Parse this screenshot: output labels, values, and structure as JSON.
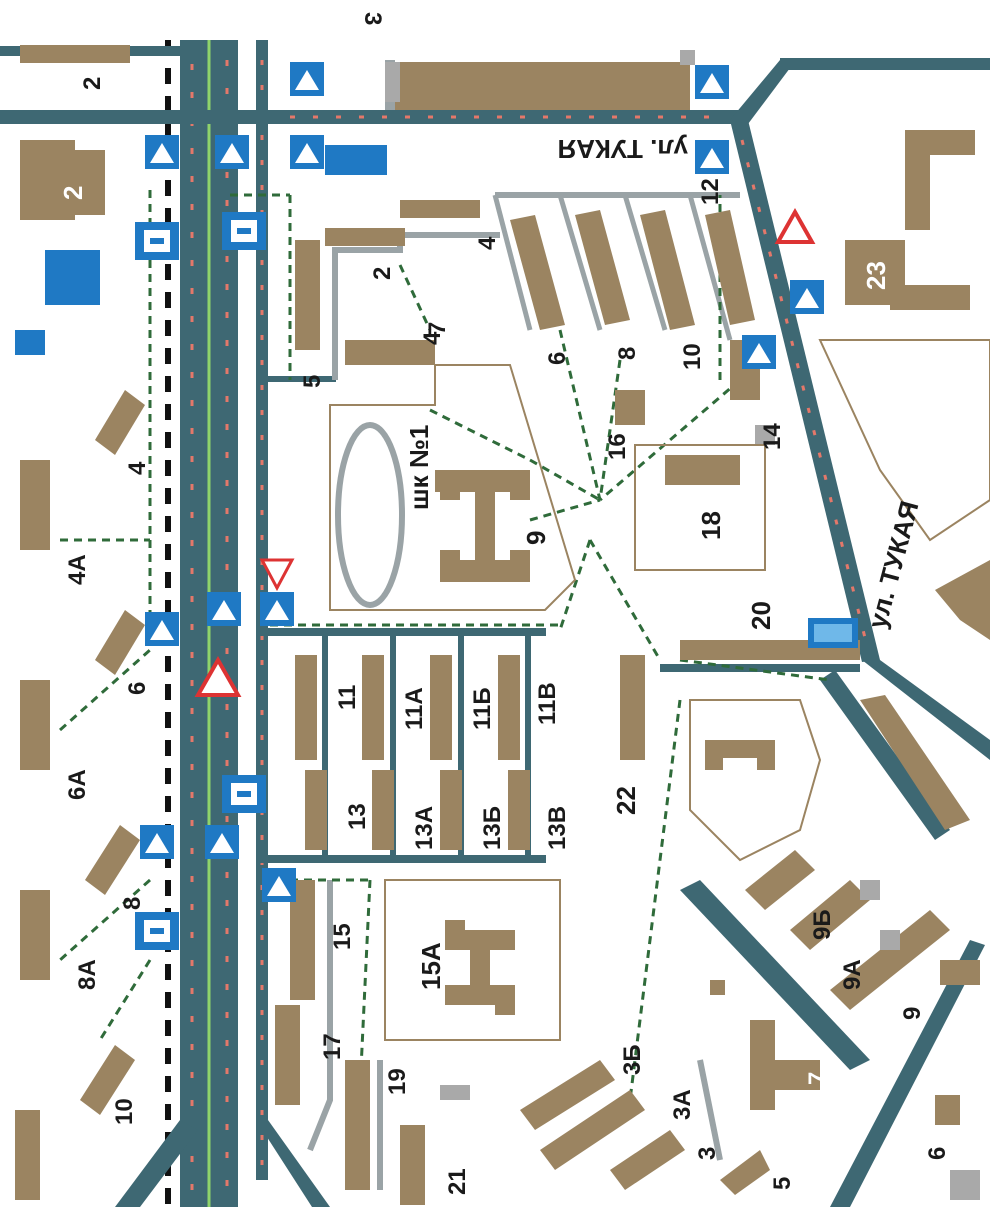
{
  "colors": {
    "road": "#3e6873",
    "road_light": "#9aa3a6",
    "building": "#9b8461",
    "building_gray": "#a9a9a9",
    "blue": "#1f79c4",
    "route": "#2f6b3a",
    "arrow": "#e4786a",
    "centerline": "#8fd36b",
    "school_outline": "#9b8461"
  },
  "icons": {
    "crossing": "pedestrian-crossing-sign-icon",
    "bus": "bus-stop-sign-icon",
    "warning": "children-warning-sign-icon",
    "yield": "yield-sign-icon",
    "parking": "parking-sign-icon"
  },
  "streets": {
    "top": "ул. ТУКАЯ",
    "right": "ул. ТУКАЯ"
  },
  "school": {
    "label": "шк №1",
    "number": "9"
  },
  "house_numbers": [
    "3",
    "2",
    "2",
    "4",
    "2",
    "4",
    "6",
    "8",
    "10",
    "12",
    "5",
    "7",
    "16",
    "14",
    "18",
    "23",
    "4",
    "4А",
    "6",
    "6А",
    "20",
    "11",
    "11А",
    "11Б",
    "11В",
    "13",
    "13А",
    "13Б",
    "13В",
    "22",
    "8",
    "8А",
    "15",
    "15А",
    "9Б",
    "9А",
    "9",
    "17",
    "19",
    "21",
    "10",
    "3Б",
    "3А",
    "3",
    "5",
    "7",
    "6"
  ]
}
